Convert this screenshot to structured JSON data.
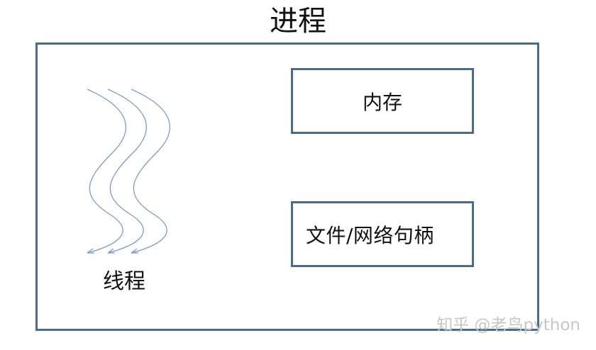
{
  "diagram": {
    "title": "进程",
    "memory_label": "内存",
    "handles_label": "文件/网络句柄",
    "thread_label": "线程",
    "watermark": "知乎 @老鸟python",
    "colors": {
      "box_border": "#4a6b8a",
      "thread_line": "#7d9cc4",
      "text": "#111111",
      "watermark": "#c7c7c7"
    }
  }
}
